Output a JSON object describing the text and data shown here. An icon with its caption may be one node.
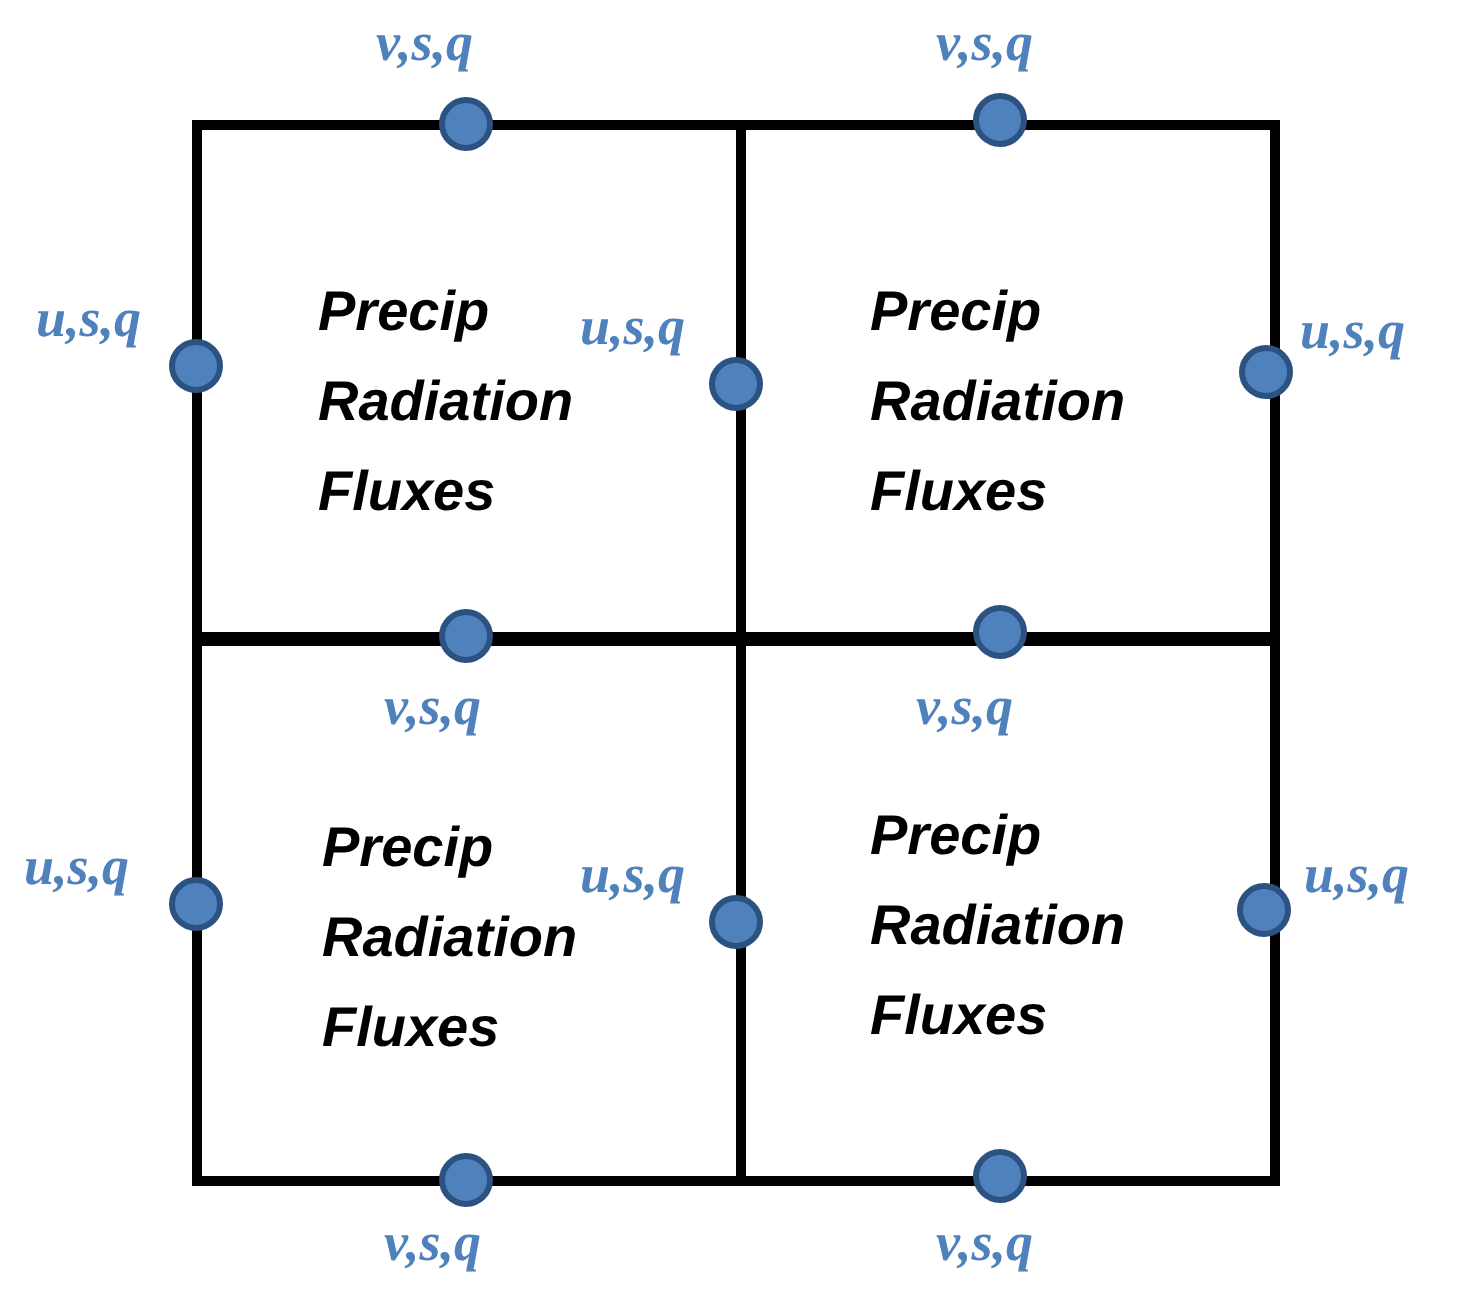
{
  "diagram": {
    "nodes": [
      {
        "text": [
          "Precip Radiation Fluxes"
        ]
      },
      {
        "text": [
          "Precip Radiation Fluxes"
        ]
      },
      {
        "text": [
          "Precip Radiation Fluxes"
        ]
      },
      {
        "text": [
          "Precip Radiation Fluxes"
        ]
      }
    ],
    "labels": [
      "v,s,q",
      "v,s,q",
      "u,s,q",
      "u,s,q",
      "u,s,q",
      "v,s,q",
      "v,s,q",
      "u,s,q",
      "u,s,q",
      "u,s,q",
      "v,s,q",
      "v,s,q"
    ]
  }
}
